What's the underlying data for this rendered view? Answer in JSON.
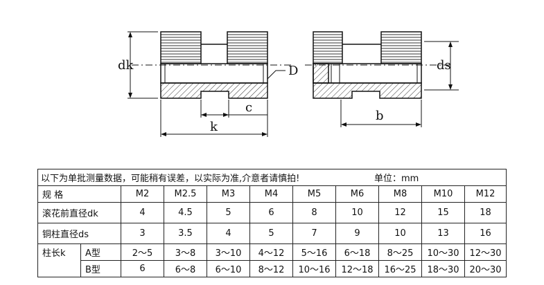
{
  "drawing": {
    "labels": {
      "dk": "dk",
      "D": "D",
      "c": "c",
      "k": "k",
      "ds": "ds",
      "b": "b"
    }
  },
  "table": {
    "note": "以下为单批测量数据，可能稍有误差，以实际为准,介意者请慎拍!",
    "unit": "单位：mm",
    "header": {
      "label": "规 格",
      "sizes": [
        "M2",
        "M2.5",
        "M3",
        "M4",
        "M5",
        "M6",
        "M8",
        "M10",
        "M12"
      ]
    },
    "rows": [
      {
        "label": "滚花前直径dk",
        "values": [
          "4",
          "4.5",
          "5",
          "6",
          "8",
          "10",
          "12",
          "15",
          "18"
        ]
      },
      {
        "label": "铜柱直径ds",
        "values": [
          "3",
          "3.5",
          "4",
          "5",
          "7",
          "9",
          "10",
          "13",
          "16"
        ]
      }
    ],
    "length": {
      "label": "柱长k",
      "types": [
        {
          "type": "A型",
          "values": [
            "2～5",
            "3～8",
            "3～10",
            "4～12",
            "5～16",
            "6～18",
            "8～25",
            "10～30",
            "12～30"
          ]
        },
        {
          "type": "B型",
          "values": [
            "6",
            "6～8",
            "6～10",
            "8～12",
            "10～16",
            "12～18",
            "16～25",
            "18～30",
            "20～30"
          ]
        }
      ]
    }
  }
}
